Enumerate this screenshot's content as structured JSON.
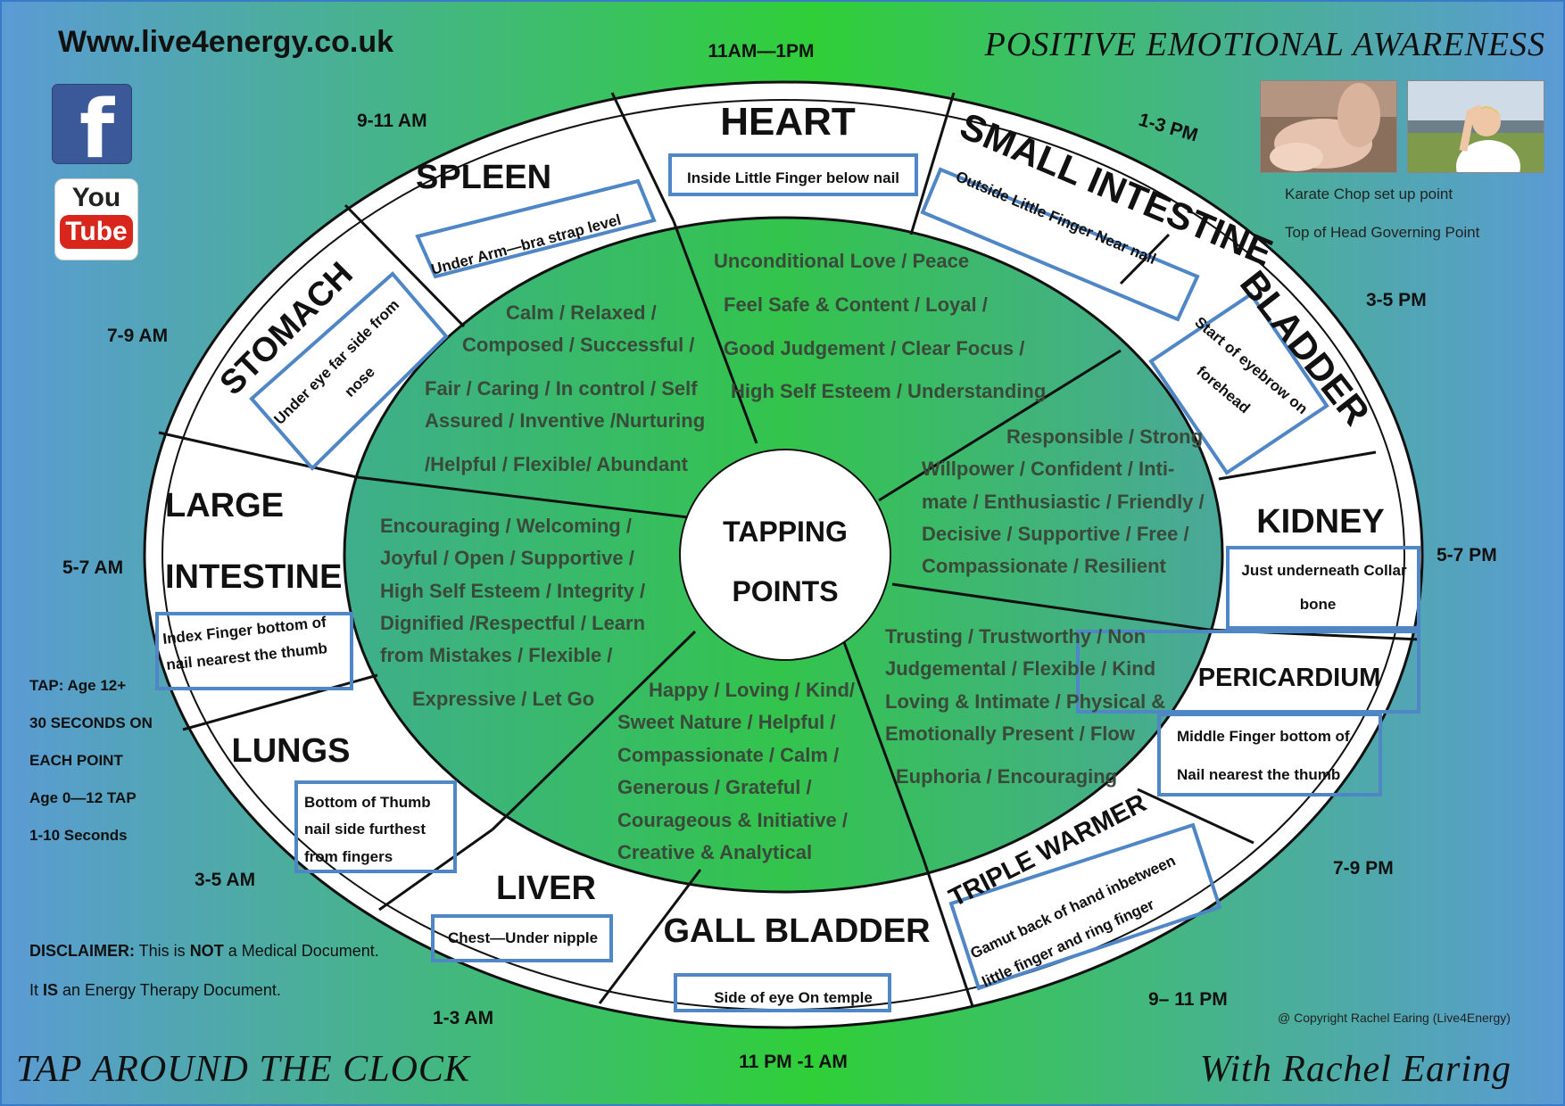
{
  "header": {
    "url": "Www.live4energy.co.uk",
    "title": "POSITIVE EMOTIONAL AWARENESS"
  },
  "logos": {
    "facebook": "f",
    "youtube_top": "You",
    "youtube_bottom": "Tube"
  },
  "photos": {
    "karate_caption": "Karate Chop set up point",
    "head_caption": "Top of Head Governing Point"
  },
  "center": {
    "line1": "TAPPING",
    "line2": "POINTS"
  },
  "times": {
    "t1": "11AM—1PM",
    "t2": "1-3 PM",
    "t3": "3-5 PM",
    "t4": "5-7 PM",
    "t5": "7-9 PM",
    "t6": "9– 11 PM",
    "t7": "11 PM -1 AM",
    "t8": "1-3 AM",
    "t9": "3-5 AM",
    "t10": "5-7 AM",
    "t11": "7-9 AM",
    "t12": "9-11 AM"
  },
  "meridians": {
    "heart": {
      "name": "HEART",
      "point": "Inside Little Finger below nail"
    },
    "small_intestine": {
      "name": "SMALL INTESTINE",
      "point": "Outside Little Finger  Near nail"
    },
    "bladder": {
      "name": "BLADDER",
      "point1": "Start of eyebrow on",
      "point2": "forehead"
    },
    "kidney": {
      "name": "KIDNEY",
      "point1": "Just underneath Collar",
      "point2": "bone"
    },
    "pericardium": {
      "name": "PERICARDIUM",
      "point1": "Middle Finger bottom of",
      "point2": "Nail nearest the thumb"
    },
    "triple_warmer": {
      "name": "TRIPLE WARMER",
      "point1": "Gamut back of hand inbetween",
      "point2": "little finger and ring finger"
    },
    "gall_bladder": {
      "name": "GALL BLADDER",
      "point": "Side of eye On temple"
    },
    "liver": {
      "name": "LIVER",
      "point": "Chest—Under nipple"
    },
    "lungs": {
      "name": "LUNGS",
      "point1": "Bottom of Thumb",
      "point2": "nail side furthest",
      "point3": "from fingers"
    },
    "large_intestine": {
      "name1": "LARGE",
      "name2": "INTESTINE",
      "point1": "Index Finger bottom of",
      "point2": "nail nearest the thumb"
    },
    "stomach": {
      "name": "STOMACH",
      "point1": "Under eye far side from",
      "point2": "nose"
    },
    "spleen": {
      "name": "SPLEEN",
      "point": "Under Arm—bra strap level"
    }
  },
  "emotions": {
    "heart": [
      "Unconditional Love / Peace",
      "Feel Safe & Content /  Loyal /",
      "Good Judgement / Clear Focus /",
      "High Self Esteem / Understanding"
    ],
    "kidney": [
      "Responsible / Strong",
      "Willpower / Confident / Inti-",
      "mate / Enthusiastic / Friendly /",
      "Decisive / Supportive / Free /",
      "Compassionate / Resilient"
    ],
    "pericardium": [
      "Trusting / Trustworthy / Non",
      "Judgemental / Flexible / Kind",
      "Loving & Intimate / Physical &",
      "Emotionally Present / Flow",
      "Euphoria / Encouraging"
    ],
    "liver": [
      "Happy / Loving / Kind/",
      "Sweet Nature / Helpful /",
      "Compassionate  / Calm /",
      "Generous / Grateful /",
      "Courageous  & Initiative /",
      "Creative & Analytical"
    ],
    "lungs": [
      "Encouraging / Welcoming /",
      "Joyful / Open / Supportive /",
      "High Self Esteem / Integrity /",
      "Dignified /Respectful / Learn",
      "from Mistakes / Flexible /",
      "Expressive / Let Go"
    ],
    "spleen": [
      "Calm / Relaxed /",
      "Composed / Successful /",
      "Fair / Caring / In control /  Self",
      "Assured / Inventive /Nurturing",
      "/Helpful / Flexible/ Abundant"
    ]
  },
  "left_notes": {
    "tap1": "TAP: Age 12+",
    "tap2": "30 SECONDS ON",
    "tap3": "EACH POINT",
    "tap4": "Age 0—12 TAP",
    "tap5": "1-10 Seconds"
  },
  "disclaimer": {
    "label": "DISCLAIMER:",
    "part1": " This is ",
    "not": "NOT",
    "part2": " a Medical Document.",
    "line2a": "It ",
    "is": "IS",
    "line2b": " an Energy Therapy Document."
  },
  "copyright": "@ Copyright Rachel Earing (Live4Energy)",
  "footer": {
    "left": "TAP AROUND THE CLOCK",
    "right": "With Rachel Earing"
  },
  "colors": {
    "blue": "#5b9bd5",
    "green": "#2ecc3a",
    "inner": "#4aa88a",
    "dark_text": "#3d4a3d",
    "box_border": "#4f86c6"
  }
}
